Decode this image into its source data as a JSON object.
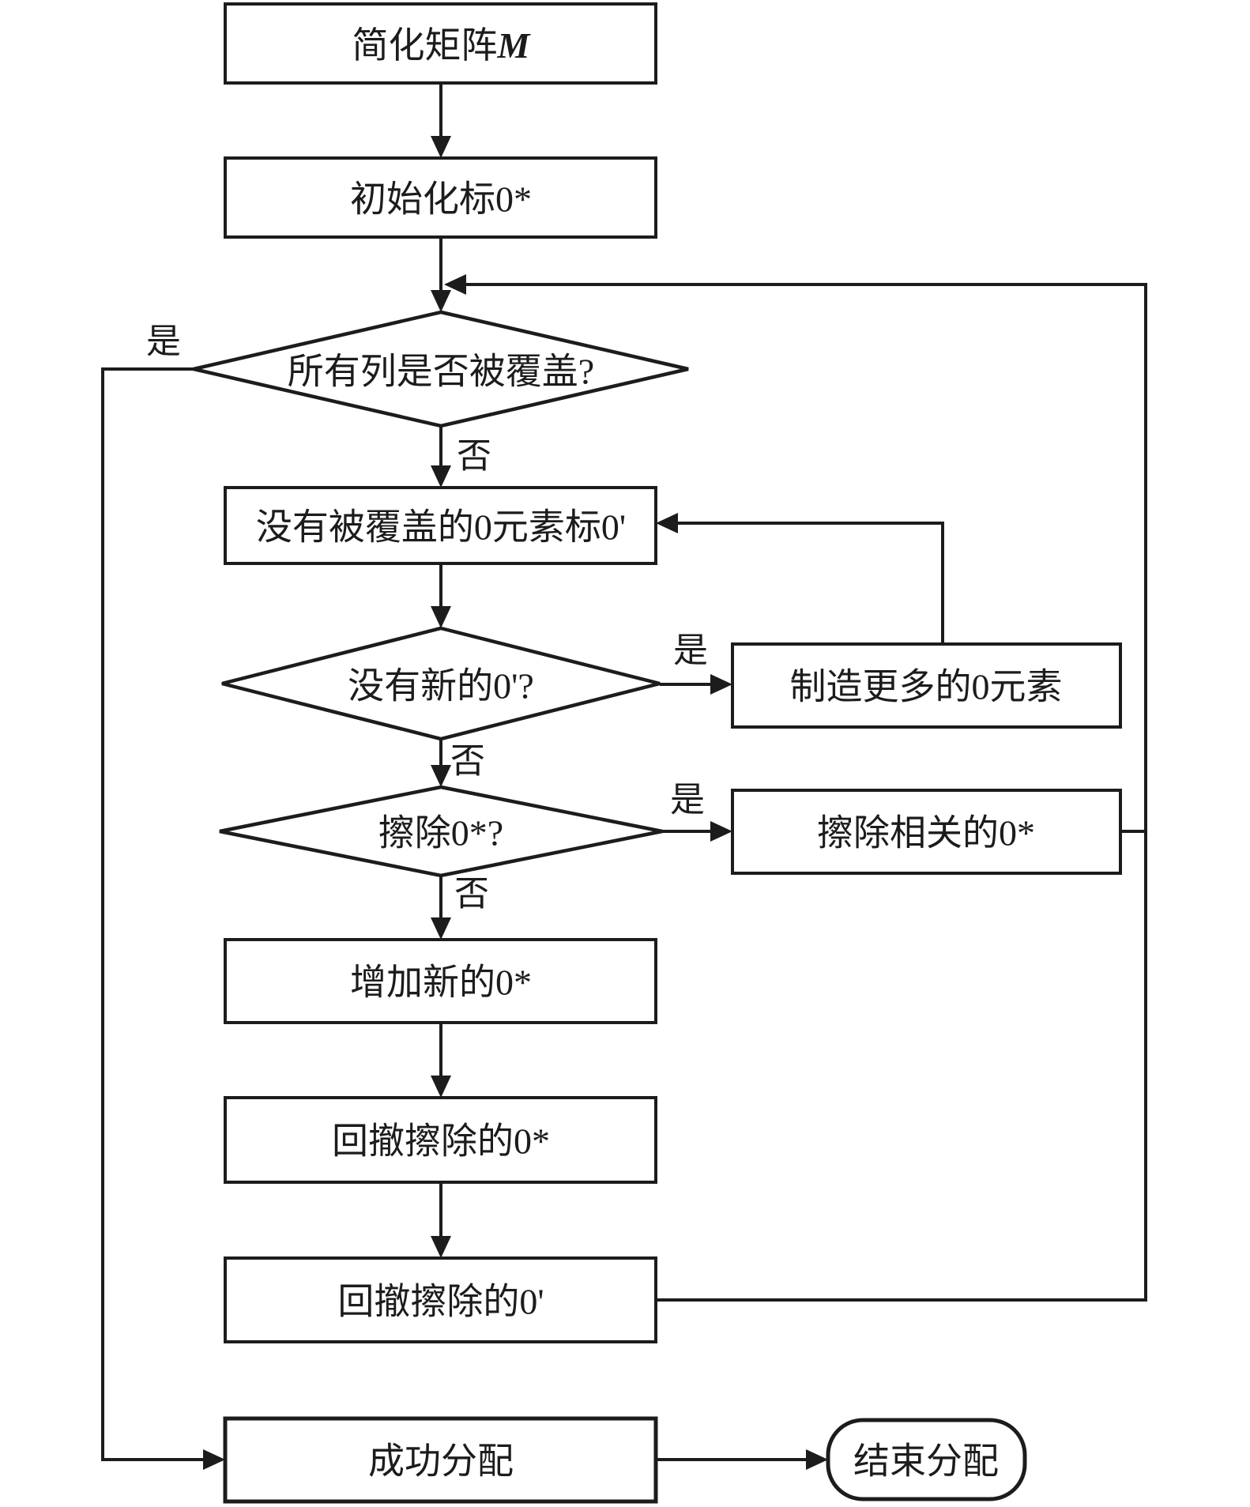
{
  "flowchart": {
    "colors": {
      "stroke": "#1c1c1c",
      "background": "#ffffff"
    },
    "nodes": {
      "simplify_matrix": {
        "text": "简化矩阵",
        "var": "M"
      },
      "init_star": {
        "text": "初始化标0*"
      },
      "all_columns_covered": {
        "text": "所有列是否被覆盖?"
      },
      "mark_uncovered_prime": {
        "text": "没有被覆盖的0元素标0'"
      },
      "no_new_prime": {
        "text": "没有新的0'?"
      },
      "make_more_zeros": {
        "text": "制造更多的0元素"
      },
      "erase_star_question": {
        "text": "擦除0*?"
      },
      "erase_related_star": {
        "text": "擦除相关的0*"
      },
      "add_new_star": {
        "text": "增加新的0*"
      },
      "restore_erased_star": {
        "text": "回撤擦除的0*"
      },
      "restore_erased_prime": {
        "text": "回撤擦除的0'"
      },
      "assign_success": {
        "text": "成功分配"
      },
      "end_assign": {
        "text": "结束分配"
      }
    },
    "branch_labels": {
      "d1_yes": "是",
      "d1_no": "否",
      "d2_yes": "是",
      "d2_no": "否",
      "d3_yes": "是",
      "d3_no": "否"
    }
  }
}
